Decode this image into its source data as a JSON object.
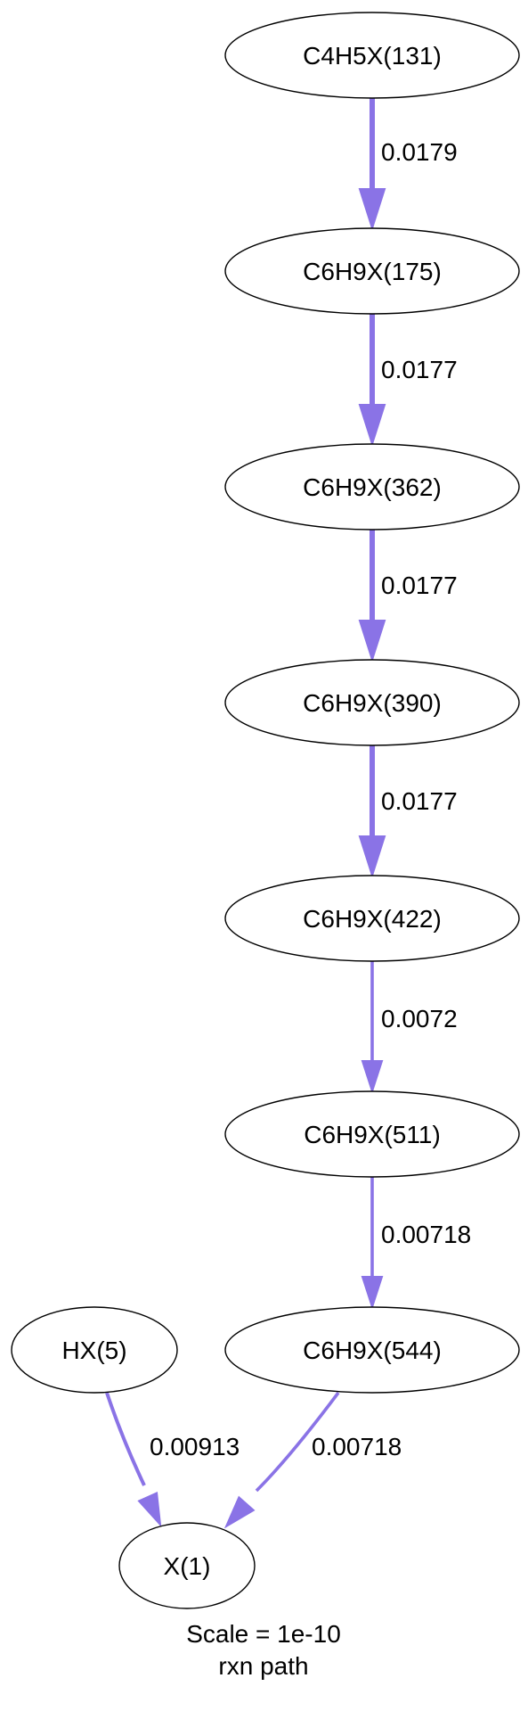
{
  "diagram": {
    "edge_color": "#8a73e6",
    "nodes": [
      {
        "id": "c4h5x-131",
        "label": "C4H5X(131)"
      },
      {
        "id": "c6h9x-175",
        "label": "C6H9X(175)"
      },
      {
        "id": "c6h9x-362",
        "label": "C6H9X(362)"
      },
      {
        "id": "c6h9x-390",
        "label": "C6H9X(390)"
      },
      {
        "id": "c6h9x-422",
        "label": "C6H9X(422)"
      },
      {
        "id": "c6h9x-511",
        "label": "C6H9X(511)"
      },
      {
        "id": "c6h9x-544",
        "label": "C6H9X(544)"
      },
      {
        "id": "hx-5",
        "label": "HX(5)"
      },
      {
        "id": "x-1",
        "label": "X(1)"
      }
    ],
    "edges": [
      {
        "from": "c4h5x-131",
        "to": "c6h9x-175",
        "label": "0.0179"
      },
      {
        "from": "c6h9x-175",
        "to": "c6h9x-362",
        "label": "0.0177"
      },
      {
        "from": "c6h9x-362",
        "to": "c6h9x-390",
        "label": "0.0177"
      },
      {
        "from": "c6h9x-390",
        "to": "c6h9x-422",
        "label": "0.0177"
      },
      {
        "from": "c6h9x-422",
        "to": "c6h9x-511",
        "label": "0.0072"
      },
      {
        "from": "c6h9x-511",
        "to": "c6h9x-544",
        "label": "0.00718"
      },
      {
        "from": "hx-5",
        "to": "x-1",
        "label": "0.00913"
      },
      {
        "from": "c6h9x-544",
        "to": "x-1",
        "label": "0.00718"
      }
    ],
    "caption": {
      "scale": "Scale = 1e-10",
      "subtitle": "rxn path"
    }
  }
}
